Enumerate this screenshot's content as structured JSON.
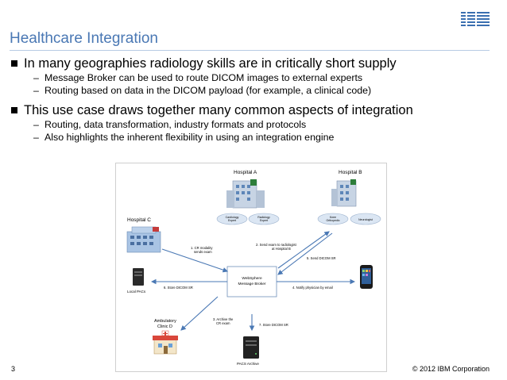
{
  "header": {
    "logo_text": "IBM",
    "title": "Healthcare Integration"
  },
  "bullets": [
    {
      "text": "In many geographies radiology skills are in critically short supply",
      "subs": [
        "Message Broker can be used to route DICOM images to external experts",
        "Routing based on data in the DICOM payload (for example, a clinical code)"
      ]
    },
    {
      "text": "This use case draws together many common aspects of integration",
      "subs": [
        "Routing, data transformation, industry formats and protocols",
        "Also highlights the inherent flexibility in using an integration engine"
      ]
    }
  ],
  "diagram": {
    "hospital_a": "Hospital A",
    "hospital_b": "Hospital B",
    "hospital_c": "Hospital C",
    "cardiology": [
      "Cardiology",
      "Expert"
    ],
    "radiology": [
      "Radiology",
      "Expert"
    ],
    "knee": [
      "Knee",
      "Orthopedic"
    ],
    "neurologist": "Neurologist",
    "broker": [
      "WebSphere",
      "Message Broker"
    ],
    "step1": [
      "1. CR modality",
      "sends exam"
    ],
    "step2": [
      "2. Send exam to radiologist",
      "at Hospital B"
    ],
    "step3": [
      "3. Archive the",
      "CR exam"
    ],
    "step4": "4. Notify physician by email",
    "step5": "5. Send DICOM SR",
    "step6": "6. Store DICOM SR",
    "step7": "7. Store DICOM SR",
    "local_pacs": "Local PACs",
    "ambulatory": [
      "Ambulatory",
      "Clinic D"
    ],
    "pacs_archive": "PACS Archive"
  },
  "footer": {
    "page": "3",
    "copyright": "© 2012 IBM Corporation"
  },
  "colors": {
    "title": "#4a78b4",
    "arrow": "#4a78b4",
    "ellipse": "#dbe6f3"
  }
}
